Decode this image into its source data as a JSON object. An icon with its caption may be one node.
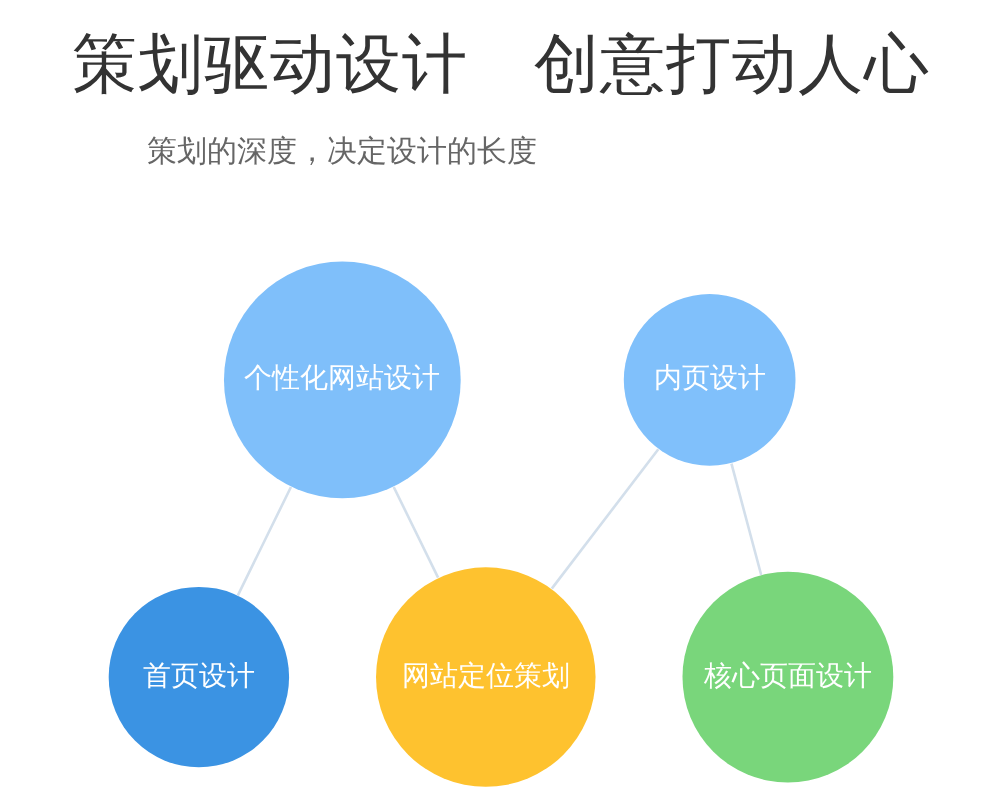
{
  "diagram": {
    "title": "策划驱动设计　创意打动人心",
    "nodes": [
      {
        "text": [
          "个性化网站设计"
        ]
      },
      {
        "text": [
          "内页设计"
        ]
      },
      {
        "text": [
          "网站定位策划"
        ]
      },
      {
        "text": [
          "核心页面设计"
        ]
      },
      {
        "text": [
          "首页设计"
        ]
      }
    ],
    "edges": [
      {
        "from": 0,
        "to": 4,
        "arrow": "none"
      },
      {
        "from": 0,
        "to": 2,
        "arrow": "none"
      },
      {
        "from": 1,
        "to": 2,
        "arrow": "none"
      },
      {
        "from": 1,
        "to": 3,
        "arrow": "none"
      }
    ],
    "labels": [
      "策划的深度，决定设计的长度"
    ]
  }
}
